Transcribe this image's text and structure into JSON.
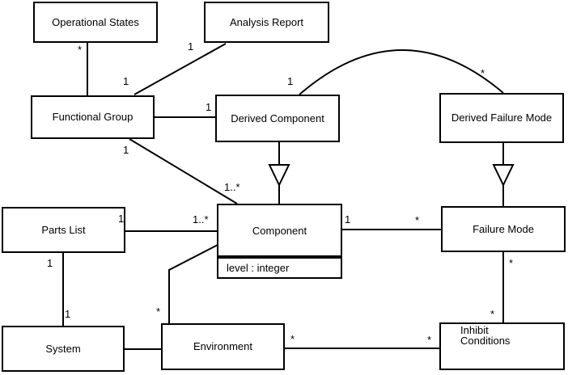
{
  "diagram": {
    "kind": "uml-class-diagram",
    "colors": {
      "background": "#ffffff",
      "line": "#000000",
      "box_fill": "#ffffff",
      "box_border": "#000000",
      "text": "#000000"
    },
    "classes": {
      "operational_states": {
        "name": "Operational States"
      },
      "analysis_report": {
        "name": "Analysis Report"
      },
      "functional_group": {
        "name": "Functional Group"
      },
      "derived_component": {
        "name": "Derived Component"
      },
      "derived_failure_mode": {
        "name": "Derived Failure Mode"
      },
      "parts_list": {
        "name": "Parts List"
      },
      "component": {
        "name": "Component",
        "attributes": "level : integer"
      },
      "failure_mode": {
        "name": "Failure Mode"
      },
      "system": {
        "name": "System"
      },
      "environment": {
        "name": "Environment"
      },
      "inhibit_conditions": {
        "name": "Inhibit Conditions"
      }
    },
    "associations": [
      {
        "from": "operational_states",
        "to": "functional_group",
        "type": "association"
      },
      {
        "from": "analysis_report",
        "to": "functional_group",
        "type": "association"
      },
      {
        "from": "functional_group",
        "to": "derived_component",
        "type": "association"
      },
      {
        "from": "derived_component",
        "to": "derived_failure_mode",
        "type": "association-arc"
      },
      {
        "from": "derived_component",
        "to": "component",
        "type": "generalization"
      },
      {
        "from": "derived_failure_mode",
        "to": "failure_mode",
        "type": "generalization"
      },
      {
        "from": "functional_group",
        "to": "component",
        "type": "association"
      },
      {
        "from": "parts_list",
        "to": "component",
        "type": "association"
      },
      {
        "from": "component",
        "to": "failure_mode",
        "type": "association"
      },
      {
        "from": "parts_list",
        "to": "system",
        "type": "association"
      },
      {
        "from": "component",
        "to": "environment",
        "type": "association"
      },
      {
        "from": "system",
        "to": "environment",
        "type": "association"
      },
      {
        "from": "environment",
        "to": "inhibit_conditions",
        "type": "association"
      },
      {
        "from": "failure_mode",
        "to": "inhibit_conditions",
        "type": "association"
      }
    ],
    "multiplicities": {
      "os_fg_os_end": "*",
      "os_fg_fg_end": "1",
      "ar_fg_ar_end": "1",
      "fg_dc_dc_end": "1",
      "dc_dfm_dc_end": "1",
      "dc_dfm_dfm_end": "*",
      "fg_comp_fg_end": "1",
      "fg_comp_comp_end": "1..*",
      "pl_comp_pl_end": "1",
      "pl_comp_comp_end": "1..*",
      "comp_fm_comp_end": "1",
      "comp_fm_fm_end": "*",
      "pl_sys_pl_end": "1",
      "pl_sys_sys_end": "1",
      "comp_env_env_end": "*",
      "env_ic_env_end": "*",
      "env_ic_ic_end": "*",
      "fm_ic_fm_end": "*",
      "fm_ic_ic_end": "*"
    }
  }
}
